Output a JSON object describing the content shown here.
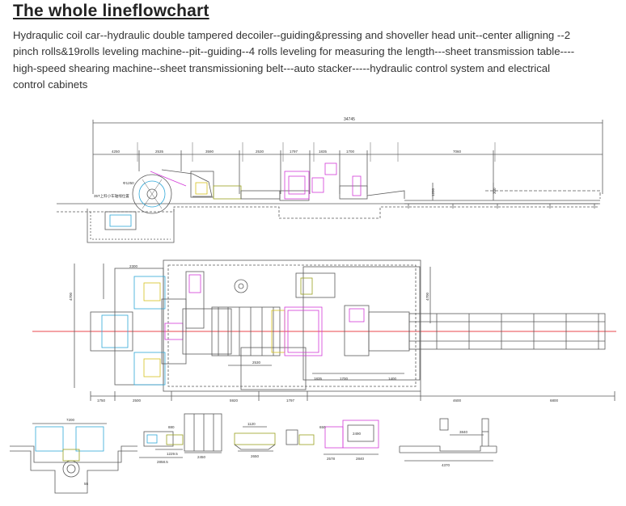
{
  "heading": "The whole lineflowchart",
  "description_lines": [
    "Hydraqulic coil car--hydraulic double tampered decoiler--guiding&pressing and shoveller head unit--center alligning --2",
    "pinch rolls&19rolls leveling machine--pit--guiding--4 rolls leveling for measuring the length---sheet transmission table----",
    "high-speed shearing machine--sheet transmissioning belt---auto stacker-----hydraulic control  system and electrical",
    " control cabinets"
  ],
  "colors": {
    "line": "#5a5a5a",
    "centerline": "#e8474d",
    "cyan": "#2fa8d8",
    "magenta": "#d33ad8",
    "olive": "#9aa11f",
    "gold": "#d6c21f"
  },
  "elevation": {
    "overall": "34745",
    "segments": [
      "4250",
      "2535",
      "3590",
      "2530",
      "1797",
      "1835",
      "1700",
      "7060"
    ],
    "mid_labels": [
      "1200",
      "300"
    ],
    "left_label": "35T上料小车轴线位置",
    "callout": "Φ1250"
  },
  "plan": {
    "left_heights": [
      "2300",
      "4700"
    ],
    "right_height": "4700",
    "pit_length": "2530",
    "inner_dims": [
      "1835",
      "1700",
      "1400"
    ],
    "bottom_dims": [
      "1750",
      "2500",
      "5920",
      "1797",
      "4600",
      "6800"
    ]
  },
  "details": {
    "d1": [
      "7200",
      "55"
    ],
    "d2": [
      "880",
      "1229.5",
      "2858.5",
      "2450"
    ],
    "d3": [
      "1120",
      "2650"
    ],
    "d4": [
      "650",
      "2490",
      "2578",
      "2840"
    ],
    "d5": [
      "3840",
      "4370"
    ]
  }
}
